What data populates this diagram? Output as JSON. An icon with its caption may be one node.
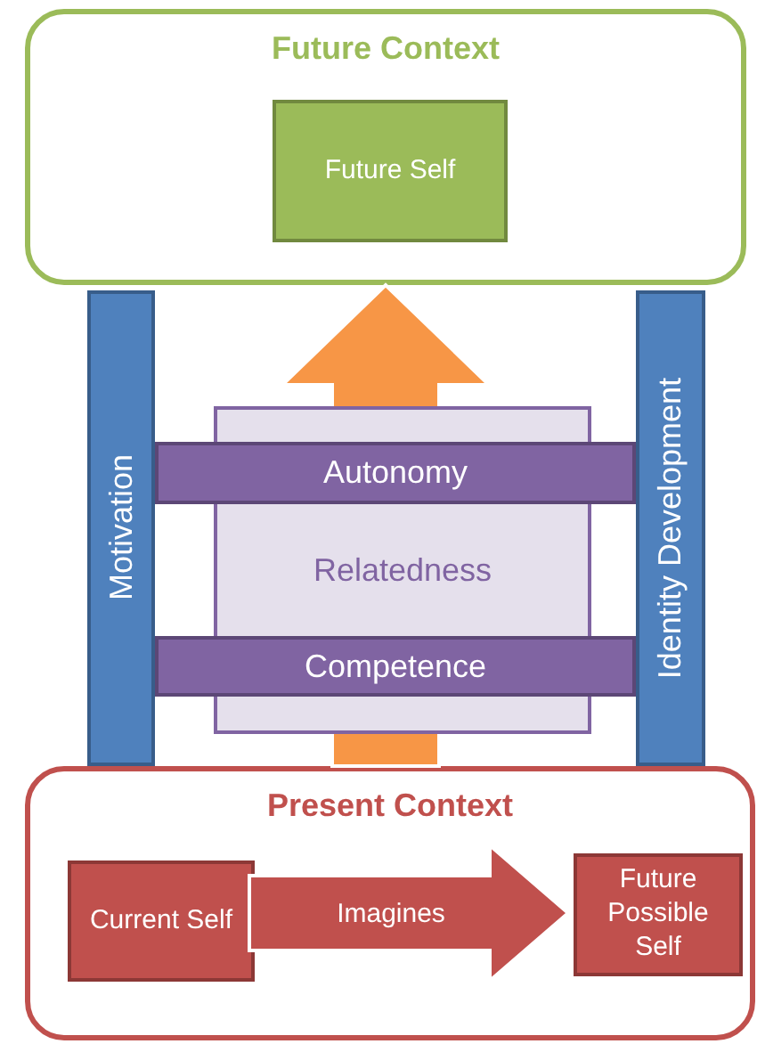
{
  "diagram": {
    "nodes": [
      {
        "text": [
          "Future Context"
        ]
      },
      {
        "text": [
          "Future Self"
        ],
        "in": 0
      },
      {
        "text": [
          "Motivation"
        ]
      },
      {
        "text": [
          "Identity Development"
        ]
      },
      {
        "text": [
          "Relatedness"
        ]
      },
      {
        "text": [
          "Autonomy"
        ]
      },
      {
        "text": [
          "Competence"
        ]
      },
      {
        "text": [
          "Present Context"
        ]
      },
      {
        "text": [
          "Current Self"
        ],
        "in": 7
      },
      {
        "text": [
          "Future Possible Self"
        ],
        "in": 7
      }
    ],
    "edges": [
      {
        "from": 7,
        "to": 0,
        "arrow": "to",
        "style": "thick",
        "color": "#f79646"
      },
      {
        "from": 8,
        "to": 9,
        "arrow": "to",
        "label": "Imagines",
        "style": "thick",
        "color": "#c0504d"
      }
    ]
  }
}
